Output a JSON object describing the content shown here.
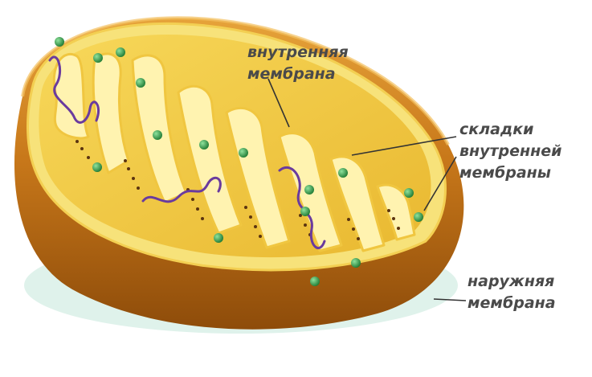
{
  "labels": {
    "inner_membrane": [
      "внутренняя",
      "мембрана"
    ],
    "folds": [
      "складки",
      "внутренней",
      "мембраны"
    ],
    "outer_membrane": [
      "наружняя",
      "мембрана"
    ]
  },
  "colors": {
    "outer_shell": "#c8781a",
    "shell_dark": "#8e4c0a",
    "inner_membrane": "#f7dc5c",
    "matrix": "#f2cc45",
    "crista_fill": "#fff3b0",
    "granule": "#2fa34a",
    "dna": "#6a3b9e",
    "ribosome": "#5b3410",
    "pointer": "#333333",
    "text": "#4a4a4a"
  }
}
